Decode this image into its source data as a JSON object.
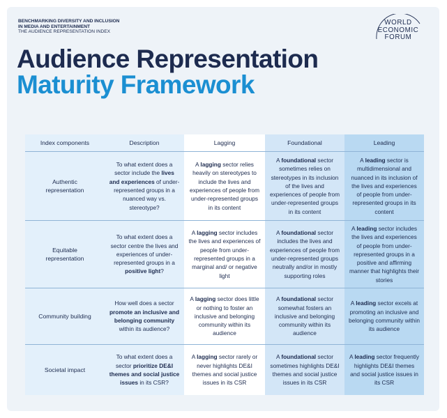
{
  "header": {
    "kicker_line1": "BENCHMARKING DIVERSITY AND INCLUSION",
    "kicker_line2": "IN MEDIA AND ENTERTAINMENT",
    "kicker_line3": "THE AUDIENCE REPRESENTATION INDEX",
    "title_line1": "Audience Representation",
    "title_line2": "Maturity Framework"
  },
  "logo": {
    "line1": "WORLD",
    "line2": "ECONOMIC",
    "line3": "FORUM"
  },
  "colors": {
    "navy": "#1d2b4f",
    "accent_blue": "#1b8fd2",
    "components_bg": "#e3f0fb",
    "lagging_bg": "#ffffff",
    "foundational_bg": "#d3e6f7",
    "leading_bg": "#b9d9f2"
  },
  "table": {
    "headers": {
      "components": "Index components",
      "description": "Description",
      "lagging": "Lagging",
      "foundational": "Foundational",
      "leading": "Leading"
    },
    "rows": [
      {
        "component": [
          "Authentic",
          "representation"
        ],
        "description": {
          "pre": "To what extent does a sector include the ",
          "bold": "lives and experiences",
          "post": " of under-represented groups in a nuanced way vs. stereotype?"
        },
        "lagging": {
          "pre": "A ",
          "bold": "lagging",
          "post": " sector relies heavily on stereotypes to include the lives and experiences of people from under-represented groups in its content"
        },
        "foundational": {
          "pre": "A ",
          "bold": "foundational",
          "post": " sector sometimes relies on stereotypes in its inclusion of the lives and experiences of people from under-represented groups in its content"
        },
        "leading": {
          "pre": "A ",
          "bold": "leading",
          "post": " sector is multidimensional and nuanced in its inclusion of the lives and experiences of people from under-represented groups in its content"
        }
      },
      {
        "component": [
          "Equitable",
          "representation"
        ],
        "description": {
          "pre": "To what extent does a sector centre the lives and experiences of under-represented groups in a ",
          "bold": "positive light",
          "post": "?"
        },
        "lagging": {
          "pre": "A ",
          "bold": "lagging",
          "post": " sector includes the lives and experiences of people from under-represented groups in a marginal and/ or negative light"
        },
        "foundational": {
          "pre": "A ",
          "bold": "foundational",
          "post": " sector includes the lives and experiences of people from under-represented groups neutrally and/or in mostly supporting roles"
        },
        "leading": {
          "pre": "A ",
          "bold": "leading",
          "post": " sector includes the lives and experiences of people from under-represented groups in a positive and affirming manner that highlights their stories"
        }
      },
      {
        "component": [
          "Community building"
        ],
        "description": {
          "pre": "How well does a sector ",
          "bold": "promote an inclusive and belonging community",
          "post": " within its audience?"
        },
        "lagging": {
          "pre": "A ",
          "bold": "lagging",
          "post": " sector does little or nothing to foster an inclusive and belonging community within its audience"
        },
        "foundational": {
          "pre": "A ",
          "bold": "foundational",
          "post": " sector somewhat fosters an inclusive and belonging community within its audience"
        },
        "leading": {
          "pre": "A ",
          "bold": "leading",
          "post": " sector excels at promoting an inclusive and belonging community within its audience"
        }
      },
      {
        "component": [
          "Societal impact"
        ],
        "description": {
          "pre": "To what extent does a sector ",
          "bold": "prioritize DE&I themes and social justice issues",
          "post": " in its CSR?"
        },
        "lagging": {
          "pre": "A ",
          "bold": "lagging",
          "post": " sector rarely or never highlights DE&I themes and social justice issues in its CSR"
        },
        "foundational": {
          "pre": "A ",
          "bold": "foundational",
          "post": " sector sometimes highlights DE&I themes and social justice issues in its CSR"
        },
        "leading": {
          "pre": "A ",
          "bold": "leading",
          "post": " sector frequently highlights DE&I themes and social justice issues in its CSR"
        }
      }
    ]
  }
}
